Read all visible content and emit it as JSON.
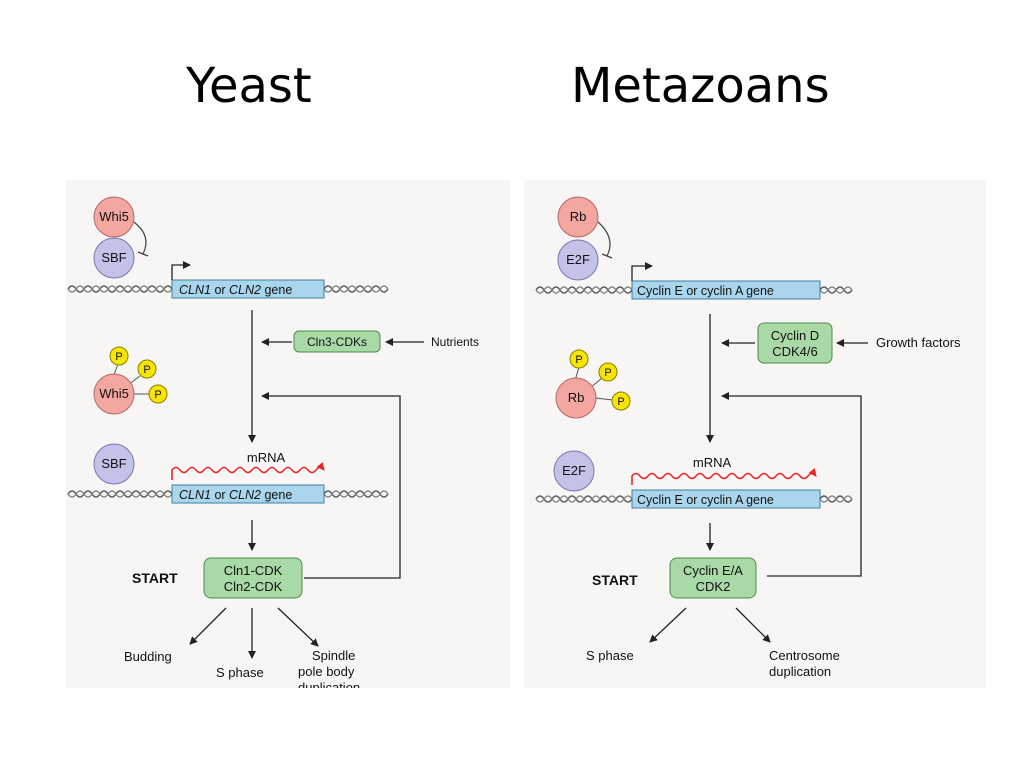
{
  "titles": {
    "left": "Yeast",
    "right": "Metazoans"
  },
  "colors": {
    "repressor": "#f4a7a1",
    "factor": "#c4c2e8",
    "gene": "#a9d6ec",
    "complex": "#a9d9a6",
    "phospho": "#f7e500",
    "mrna": "#e8262a"
  },
  "yeast": {
    "repressor": "Whi5",
    "factor": "SBF",
    "gene_top": {
      "g1": "CLN1",
      "or": " or ",
      "g2": "CLN2",
      "suffix": " gene"
    },
    "gene_bottom": {
      "g1": "CLN1",
      "or": " or ",
      "g2": "CLN2",
      "suffix": " gene"
    },
    "kinase": "Cln3-CDKs",
    "signal": "Nutrients",
    "p_label": "P",
    "mrna": "mRNA",
    "start": "START",
    "complex": [
      "Cln1-CDK",
      "Cln2-CDK"
    ],
    "outputs": {
      "budding": "Budding",
      "s_phase": "S phase",
      "spindle": [
        "Spindle",
        "pole body",
        "duplication"
      ]
    }
  },
  "metazoans": {
    "repressor": "Rb",
    "factor": "E2F",
    "gene_top": "Cyclin E or cyclin A gene",
    "gene_bottom": "Cyclin E or cyclin A gene",
    "kinase": [
      "Cyclin D",
      "CDK4/6"
    ],
    "signal": "Growth factors",
    "p_label": "P",
    "mrna": "mRNA",
    "start": "START",
    "complex": [
      "Cyclin E/A",
      "CDK2"
    ],
    "outputs": {
      "s_phase": "S phase",
      "centrosome": [
        "Centrosome",
        "duplication"
      ]
    }
  }
}
